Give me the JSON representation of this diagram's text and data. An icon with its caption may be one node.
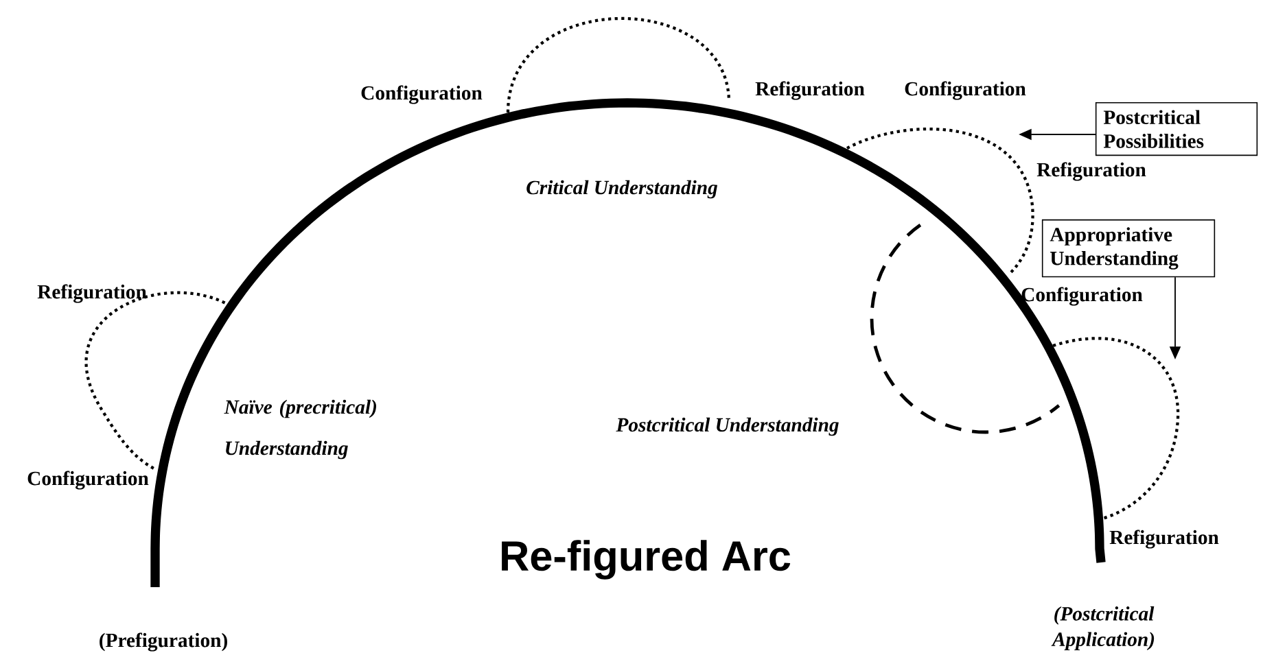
{
  "diagram": {
    "title": "Re-figured Arc",
    "nodes": [
      {
        "text": [
          "Postcritical Possibilities"
        ]
      },
      {
        "text": [
          "Appropriative Understanding"
        ]
      }
    ],
    "edges": [
      {
        "from": 0,
        "to": null,
        "arrow": "to"
      },
      {
        "from": 1,
        "to": null,
        "arrow": "to"
      }
    ],
    "labels": [
      "Configuration",
      "Refiguration",
      "Configuration",
      "Refiguration",
      "Critical Understanding",
      "Refiguration",
      "Configuration",
      "Naïve (precritical) Understanding",
      "Postcritical Understanding",
      "Configuration",
      "Refiguration",
      "(Postcritical Application)",
      "(Prefiguration)"
    ]
  }
}
